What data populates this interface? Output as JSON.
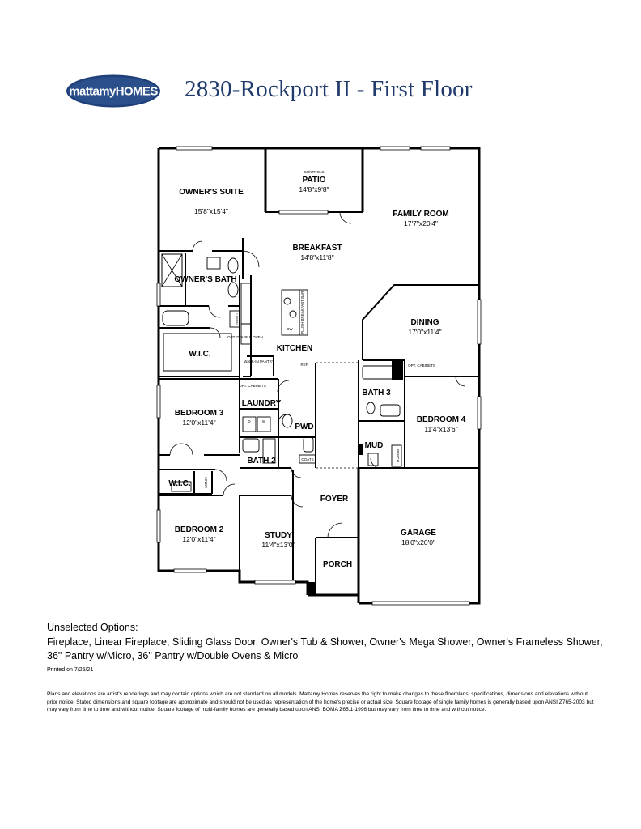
{
  "header": {
    "logo_text": "mattamyHOMES",
    "title": "2830-Rockport II - First Floor"
  },
  "rooms": {
    "owners_suite": {
      "name": "OWNER'S SUITE",
      "dim": "15'8\"x15'4\""
    },
    "patio": {
      "label_top": "CONTROLS",
      "name": "PATIO",
      "dim": "14'8\"x9'8\""
    },
    "family_room": {
      "name": "FAMILY ROOM",
      "dim": "17'7\"x20'4\""
    },
    "breakfast": {
      "name": "BREAKFAST",
      "dim": "14'8\"x11'8\""
    },
    "owners_bath": {
      "name": "OWNER'S BATH"
    },
    "dining": {
      "name": "DINING",
      "dim": "17'0\"x11'4\""
    },
    "wic_1": {
      "name": "W.I.C."
    },
    "kitchen": {
      "name": "KITCHEN"
    },
    "bath_3": {
      "name": "BATH 3"
    },
    "bedroom_3": {
      "name": "BEDROOM 3",
      "dim": "12'0\"x11'4\""
    },
    "laundry": {
      "name": "LAUNDRY"
    },
    "bedroom_4": {
      "name": "BEDROOM 4",
      "dim": "11'4\"x13'6\""
    },
    "pwd": {
      "name": "PWD"
    },
    "mud": {
      "name": "MUD"
    },
    "bath_2": {
      "name": "BATH 2"
    },
    "wic_2": {
      "name": "W.I.C."
    },
    "foyer": {
      "name": "FOYER"
    },
    "bedroom_2": {
      "name": "BEDROOM 2",
      "dim": "12'0\"x11'4\""
    },
    "study": {
      "name": "STUDY",
      "dim": "11'4\"x13'0\""
    },
    "garage": {
      "name": "GARAGE",
      "dim": "18'0\"x20'0\""
    },
    "porch": {
      "name": "PORCH"
    }
  },
  "fixtures": {
    "linen_1": "LINEN",
    "opt_double_oven": "OPT. DOUBLE OVEN",
    "walk_in_pantry": "WALK-IN PANTRY",
    "ref": "REF",
    "opt_cabinets_1": "OPT. CABINETS",
    "opt_cabinets_2": "OPT. CABINETS",
    "flush_breakfast_bar": "FLUSH BREAKFAST BAR",
    "dw": "DW",
    "d": "D",
    "w": "W",
    "coats": "COATS",
    "bench": "BENCH",
    "linen_2": "LINEN"
  },
  "options": {
    "label": "Unselected Options:",
    "text": "Fireplace, Linear Fireplace, Sliding Glass Door, Owner's Tub & Shower, Owner's Mega Shower, Owner's Frameless Shower, 36\" Pantry w/Micro, 36\" Pantry w/Double Ovens & Micro"
  },
  "printed": "Printed on 7/25/21",
  "disclaimer": "Plans and elevations are artist's renderings and may contain options which are not standard on all models. Mattamy Homes reserves the right to make changes to these floorplans, specifications, dimensions and elevations without prior notice. Stated dimensions and square footage are approximate and should not be used as representation of the home's precise or actual size. Square footage of single family homes is generally based upon ANSI Z765-2003 but may vary from time to time and without notice. Square footage of multi-family homes are generally based upon ANSI BOMA Z65.1-1996 but may vary from time to time and without notice.",
  "colors": {
    "brand_navy": "#1f3a6b",
    "logo_blue": "#2b4f8a"
  }
}
